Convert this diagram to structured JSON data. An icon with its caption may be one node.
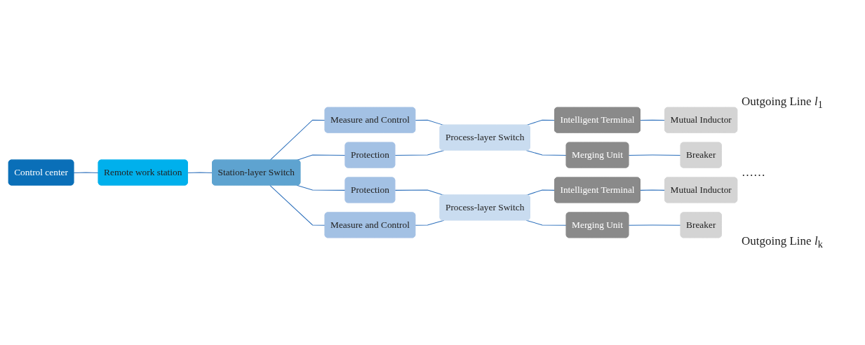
{
  "diagram": {
    "nodes": [
      {
        "text": [
          "Control center"
        ]
      },
      {
        "text": [
          "Remote work station"
        ]
      },
      {
        "text": [
          "Station-layer Switch"
        ]
      },
      {
        "text": [
          "Measure and Control"
        ]
      },
      {
        "text": [
          "Protection"
        ]
      },
      {
        "text": [
          "Process-layer Switch"
        ]
      },
      {
        "text": [
          "Intelligent Terminal"
        ]
      },
      {
        "text": [
          "Mutual Inductor"
        ]
      },
      {
        "text": [
          "Merging Unit"
        ]
      },
      {
        "text": [
          "Breaker"
        ]
      },
      {
        "text": [
          "Protection"
        ]
      },
      {
        "text": [
          "Measure and Control"
        ]
      },
      {
        "text": [
          "Process-layer Switch"
        ]
      },
      {
        "text": [
          "Intelligent Terminal"
        ]
      },
      {
        "text": [
          "Mutual Inductor"
        ]
      },
      {
        "text": [
          "Merging Unit"
        ]
      },
      {
        "text": [
          "Breaker"
        ]
      }
    ],
    "edges": [
      {
        "from": 0,
        "to": 1,
        "arrow": "none"
      },
      {
        "from": 1,
        "to": 2,
        "arrow": "none"
      },
      {
        "from": 2,
        "to": 3,
        "arrow": "none"
      },
      {
        "from": 2,
        "to": 4,
        "arrow": "none"
      },
      {
        "from": 2,
        "to": 10,
        "arrow": "none"
      },
      {
        "from": 2,
        "to": 11,
        "arrow": "none"
      },
      {
        "from": 3,
        "to": 5,
        "arrow": "none"
      },
      {
        "from": 4,
        "to": 5,
        "arrow": "none"
      },
      {
        "from": 5,
        "to": 6,
        "arrow": "none"
      },
      {
        "from": 5,
        "to": 8,
        "arrow": "none"
      },
      {
        "from": 6,
        "to": 7,
        "arrow": "none"
      },
      {
        "from": 8,
        "to": 9,
        "arrow": "none"
      },
      {
        "from": 10,
        "to": 12,
        "arrow": "none"
      },
      {
        "from": 11,
        "to": 12,
        "arrow": "none"
      },
      {
        "from": 12,
        "to": 13,
        "arrow": "none"
      },
      {
        "from": 12,
        "to": 15,
        "arrow": "none"
      },
      {
        "from": 13,
        "to": 14,
        "arrow": "none"
      },
      {
        "from": 15,
        "to": 16,
        "arrow": "none"
      }
    ],
    "labels": [
      "Outgoing Line *l*$_{1}$",
      "……",
      "Outgoing Line *l*$_{k}$"
    ]
  }
}
